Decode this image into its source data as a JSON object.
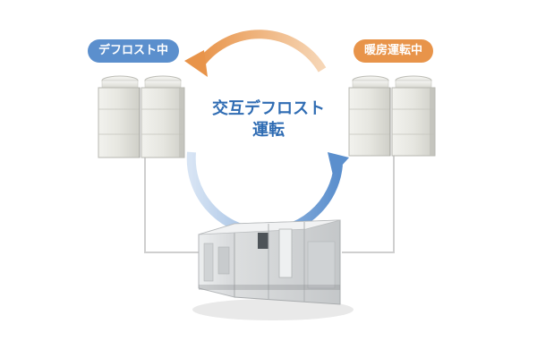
{
  "badges": {
    "left": "デフロスト中",
    "right": "暖房運転中"
  },
  "center": {
    "line1": "交互デフロスト",
    "line2": "運転"
  },
  "colors": {
    "defrost_blue": "#5b8fcd",
    "heating_orange": "#e8944a",
    "center_text": "#2f6cb3",
    "pipe_gray": "#cfcfcf"
  },
  "icons": {
    "outdoor_units": "outdoor-unit-icon",
    "indoor_unit": "indoor-air-handler-icon",
    "cycle": "cycle-arrow-icon"
  }
}
